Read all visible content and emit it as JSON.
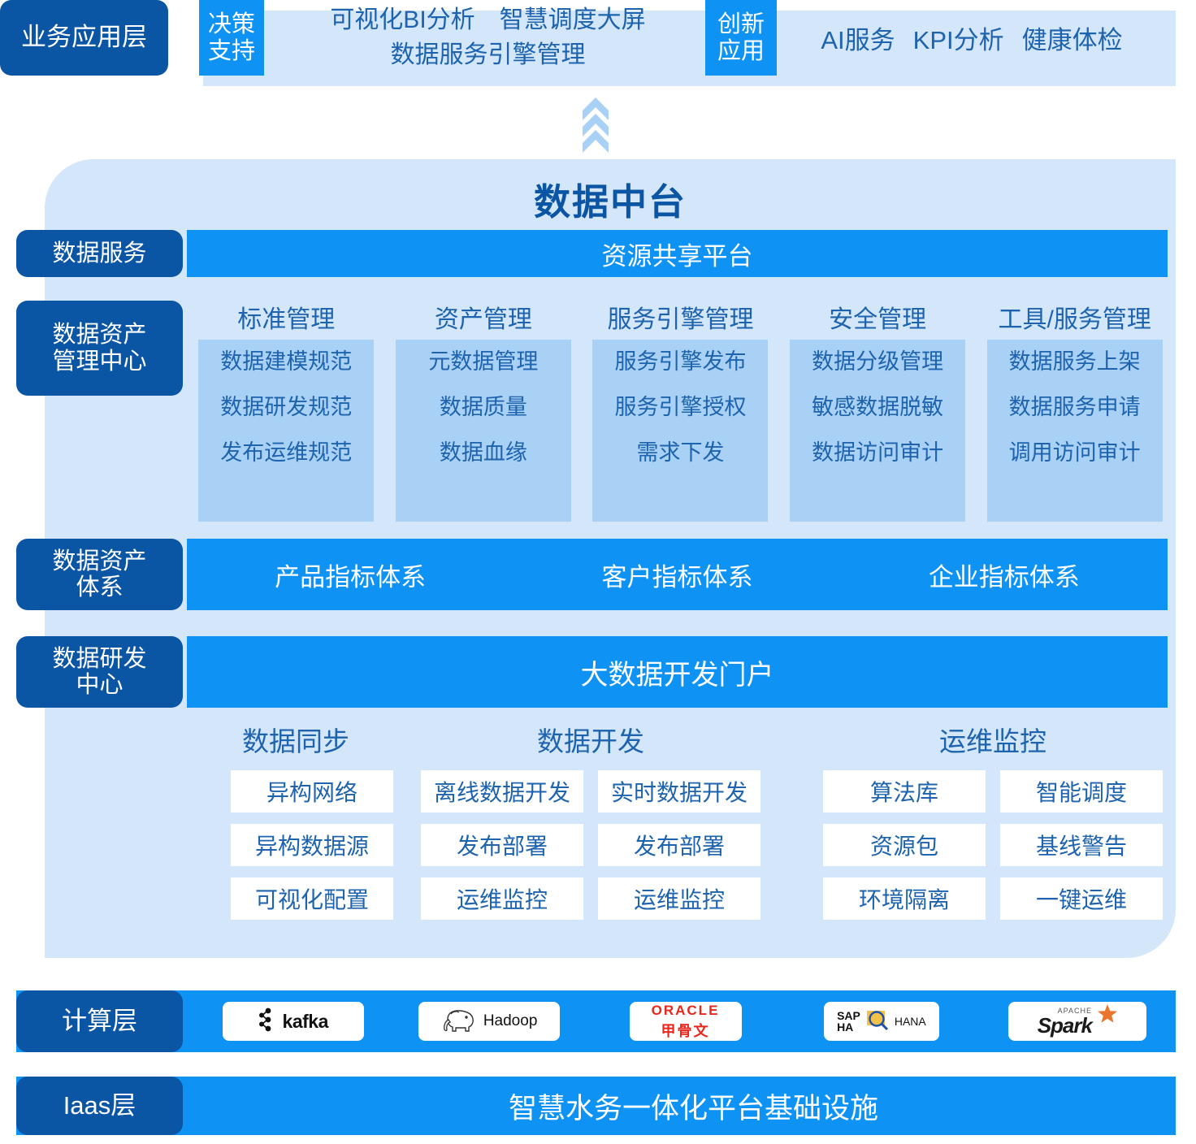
{
  "business_layer": {
    "label": "业务应用层",
    "decision_badge": [
      "决策",
      "支持"
    ],
    "decision_items_line1": "可视化BI分析　智慧调度大屏",
    "decision_items_line2": "数据服务引擎管理",
    "innovation_badge": [
      "创新",
      "应用"
    ],
    "innovation_items": [
      "AI服务",
      "KPI分析",
      "健康体检"
    ]
  },
  "arrow": {
    "name": "up-chevrons"
  },
  "platform": {
    "title": "数据中台",
    "data_service": {
      "label": "数据服务",
      "bar_text": "资源共享平台"
    },
    "asset_center": {
      "label_lines": [
        "数据资产",
        "管理中心"
      ],
      "columns": [
        {
          "title": "标准管理",
          "items": [
            "数据建模规范",
            "数据研发规范",
            "发布运维规范"
          ]
        },
        {
          "title": "资产管理",
          "items": [
            "元数据管理",
            "数据质量",
            "数据血缘"
          ]
        },
        {
          "title": "服务引擎管理",
          "items": [
            "服务引擎发布",
            "服务引擎授权",
            "需求下发"
          ]
        },
        {
          "title": "安全管理",
          "items": [
            "数据分级管理",
            "敏感数据脱敏",
            "数据访问审计"
          ]
        },
        {
          "title": "工具/服务管理",
          "items": [
            "数据服务上架",
            "数据服务申请",
            "调用访问审计"
          ]
        }
      ]
    },
    "asset_system": {
      "label_lines": [
        "数据资产",
        "体系"
      ],
      "items": [
        "产品指标体系",
        "客户指标体系",
        "企业指标体系"
      ]
    },
    "rd_center": {
      "label_lines": [
        "数据研发",
        "中心"
      ],
      "bar_text": "大数据开发门户"
    },
    "groups": [
      {
        "title": "数据同步",
        "columns": [
          [
            "异构网络",
            "异构数据源",
            "可视化配置"
          ]
        ]
      },
      {
        "title": "数据开发",
        "columns": [
          [
            "离线数据开发",
            "发布部署",
            "运维监控"
          ],
          [
            "实时数据开发",
            "发布部署",
            "运维监控"
          ]
        ]
      },
      {
        "title": "运维监控",
        "columns": [
          [
            "算法库",
            "资源包",
            "环境隔离"
          ],
          [
            "智能调度",
            "基线警告",
            "一键运维"
          ]
        ]
      }
    ]
  },
  "compute_layer": {
    "label": "计算层",
    "logos": [
      {
        "name": "kafka-logo",
        "text": "kafka"
      },
      {
        "name": "hadoop-logo",
        "text": "Hadoop"
      },
      {
        "name": "oracle-logo",
        "text_top": "ORACLE",
        "text_bottom": "甲骨文"
      },
      {
        "name": "sap-hana-logo",
        "text_top": "SAP",
        "text_bottom": "HA",
        "text_side": "HANA"
      },
      {
        "name": "apache-spark-logo",
        "text_top": "APACHE",
        "text": "Spark"
      }
    ]
  },
  "iaas_layer": {
    "label": "Iaas层",
    "text": "智慧水务一体化平台基础设施"
  },
  "colors": {
    "dark_blue": "#0b55a5",
    "bright_blue": "#0e93f5",
    "light_panel": "#d4e6f9",
    "mid_blue_box": "#a9d0f5",
    "text_blue": "#1d63ad",
    "white": "#ffffff"
  }
}
